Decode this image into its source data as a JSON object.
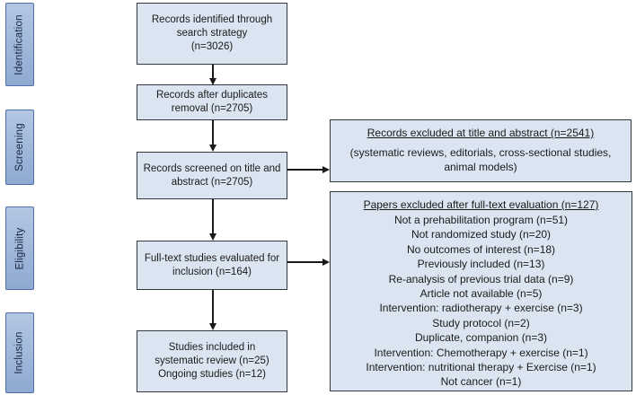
{
  "colors": {
    "page_bg": "#ffffff",
    "flow_box_fill": "#dbe5f1",
    "flow_box_border": "#35363c",
    "side_fill_top": "#b3c7e3",
    "side_fill_bottom": "#8fa9d2",
    "side_border": "#4f6fa8",
    "side_text": "#17253f",
    "text_color": "#1a1a1a",
    "arrow_color": "#1a1a1a"
  },
  "sidebar": {
    "items": [
      {
        "label": "Identification"
      },
      {
        "label": "Screening"
      },
      {
        "label": "Eligibility"
      },
      {
        "label": "Inclusion"
      }
    ]
  },
  "flow_boxes": [
    {
      "lines": [
        "Records identified through",
        "search strategy",
        "(n=3026)"
      ]
    },
    {
      "lines": [
        "Records after duplicates",
        "removal (n=2705)"
      ]
    },
    {
      "lines": [
        "Records screened on title and",
        "abstract (n=2705)"
      ]
    },
    {
      "lines": [
        "Full-text studies evaluated for",
        "inclusion (n=164)"
      ]
    },
    {
      "lines": [
        "Studies included in",
        "systematic review (n=25)",
        "Ongoing studies (n=12)"
      ]
    }
  ],
  "exclusion_boxes": [
    {
      "title": "Records excluded at title and abstract (n=2541)",
      "body": "(systematic reviews, editorials, cross-sectional studies, animal models)"
    },
    {
      "title": "Papers excluded after full-text evaluation (n=127)",
      "lines": [
        "Not a prehabilitation program (n=51)",
        "Not randomized study (n=20)",
        "No outcomes of interest (n=18)",
        "Previously included (n=13)",
        "Re-analysis of previous trial data (n=9)",
        "Article not available (n=5)",
        "Intervention: radiotherapy + exercise (n=3)",
        "Study protocol (n=2)",
        "Duplicate, companion (n=3)",
        "Intervention: Chemotherapy + exercise (n=1)",
        "Intervention: nutritional therapy + Exercise (n=1)",
        "Not cancer (n=1)"
      ]
    }
  ]
}
